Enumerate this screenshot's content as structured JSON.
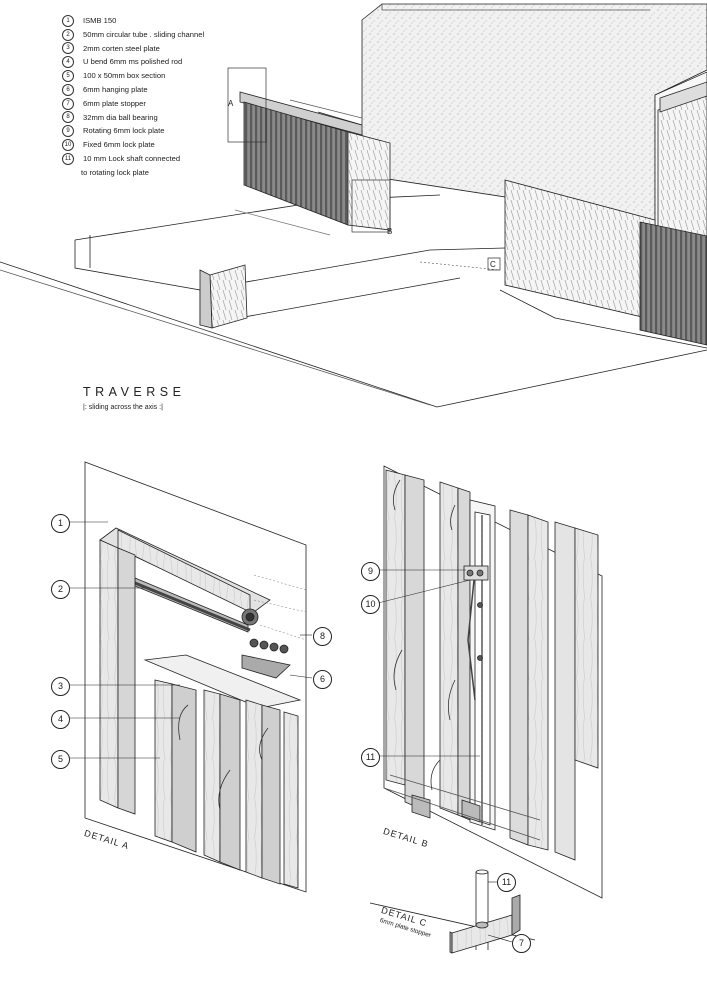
{
  "legend": [
    {
      "num": "1",
      "text": "ISMB 150"
    },
    {
      "num": "2",
      "text": "50mm circular tube . sliding channel"
    },
    {
      "num": "3",
      "text": "2mm corten steel plate"
    },
    {
      "num": "4",
      "text": "U bend 6mm ms polished rod"
    },
    {
      "num": "5",
      "text": "100 x 50mm box section"
    },
    {
      "num": "6",
      "text": "6mm hanging plate"
    },
    {
      "num": "7",
      "text": "6mm plate stopper"
    },
    {
      "num": "8",
      "text": "32mm dia ball bearing"
    },
    {
      "num": "9",
      "text": "Rotating 6mm lock plate"
    },
    {
      "num": "10",
      "text": "Fixed 6mm lock plate"
    },
    {
      "num": "11",
      "text": "10 mm Lock shaft connected"
    },
    {
      "num": "",
      "text": "to rotating lock plate"
    }
  ],
  "title": "TRAVERSE",
  "subtitle": "|: sliding across the axis :|",
  "section_marks": {
    "a": "A",
    "b": "B",
    "c": "C"
  },
  "details": {
    "a": {
      "label": "DETAIL A",
      "callouts": [
        "1",
        "2",
        "3",
        "4",
        "5",
        "8",
        "6"
      ]
    },
    "b": {
      "label": "DETAIL B",
      "callouts": [
        "9",
        "10",
        "11"
      ]
    },
    "c": {
      "label": "DETAIL C",
      "sub": "6mm plate stopper",
      "callouts": [
        "11",
        "7"
      ]
    }
  }
}
